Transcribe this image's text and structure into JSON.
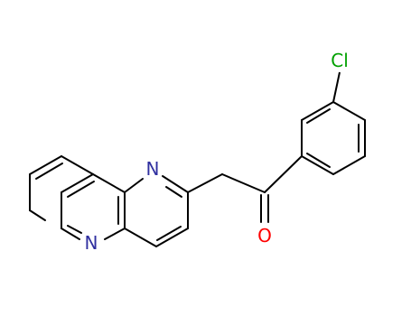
{
  "molecule": {
    "atoms": {
      "chlorine": {
        "symbol": "Cl",
        "color": "#00a000"
      },
      "naphthyridine_n1": {
        "symbol": "N",
        "color": "#3030a0"
      },
      "naphthyridine_n5": {
        "symbol": "N",
        "color": "#3030a0"
      },
      "carbonyl_oxygen": {
        "symbol": "O",
        "color": "#ff0000"
      }
    },
    "bond_color": "#000000"
  }
}
